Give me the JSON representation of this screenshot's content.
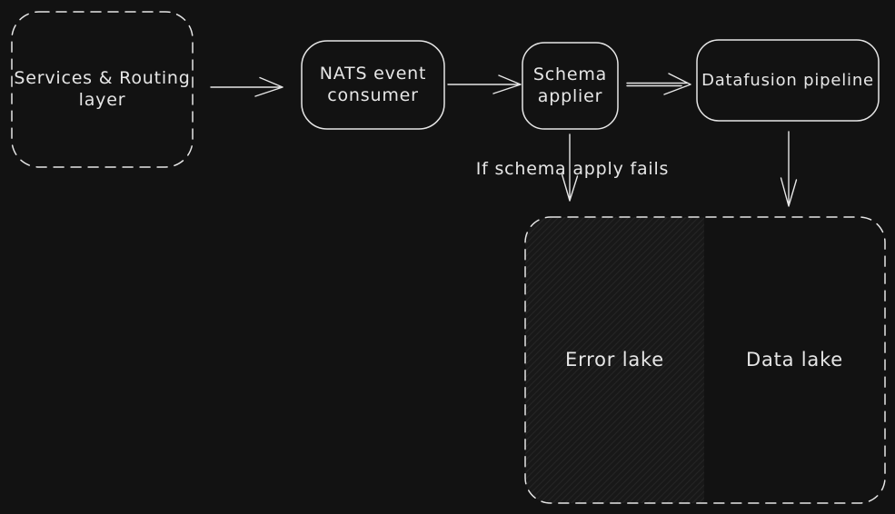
{
  "colors": {
    "bg": "#121212",
    "stroke": "#e6e6e6",
    "hatch_bg": "#181818",
    "hatch_line": "#242424"
  },
  "nodes": {
    "services": {
      "line1": "Services & Routing",
      "line2": "layer"
    },
    "nats": {
      "line1": "NATS event",
      "line2": "consumer"
    },
    "schema": {
      "line1": "Schema",
      "line2": "applier"
    },
    "datafusion": {
      "label": "Datafusion pipeline"
    },
    "error_lake": {
      "label": "Error lake"
    },
    "data_lake": {
      "label": "Data lake"
    }
  },
  "annotations": {
    "fail_condition": "If schema apply fails"
  }
}
